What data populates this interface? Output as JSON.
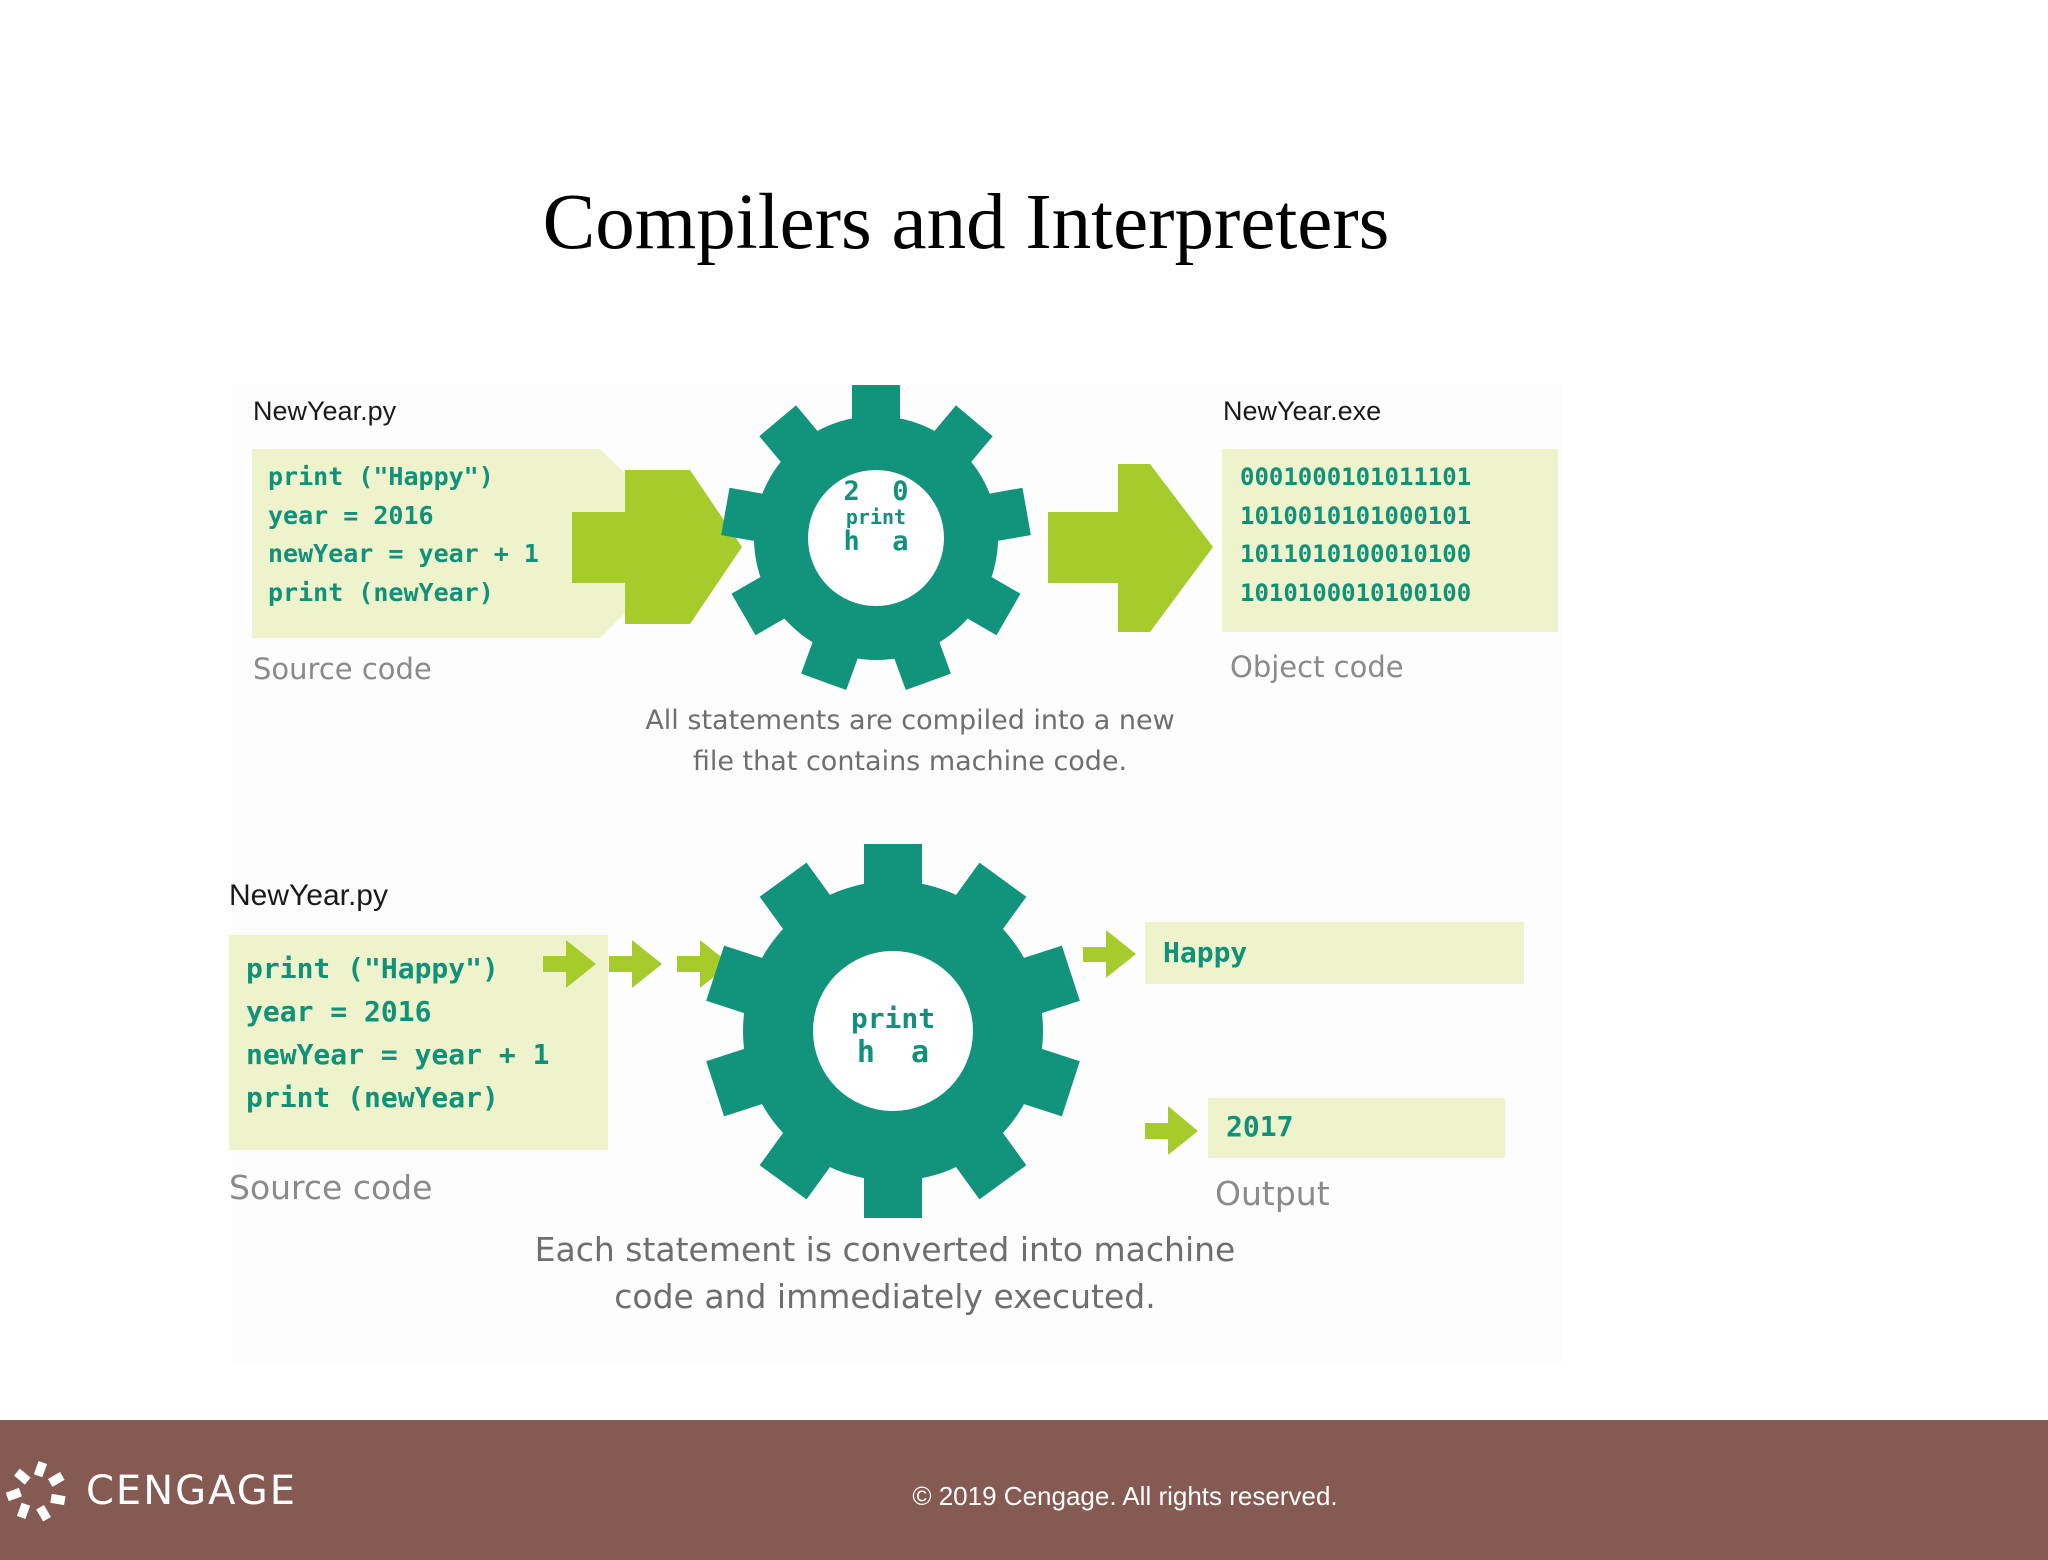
{
  "slide": {
    "title": "Compilers and Interpreters"
  },
  "compiler": {
    "file_name": "NewYear.py",
    "source_lines": [
      "print (\"Happy\")",
      "year = 2016",
      "newYear = year + 1",
      "print (newYear)"
    ],
    "source_caption": "Source code",
    "gear_text": [
      "2  0",
      "print",
      "h  a"
    ],
    "output_file_name": "NewYear.exe",
    "object_lines": [
      "0001000101011101",
      "1010010101000101",
      "1011010100010100",
      "1010100010100100"
    ],
    "object_caption": "Object code",
    "description_lines": [
      "All statements are compiled into a new",
      "file that contains machine code."
    ]
  },
  "interpreter": {
    "file_name": "NewYear.py",
    "source_lines": [
      "print (\"Happy\")",
      "year = 2016",
      "newYear = year + 1",
      "print (newYear)"
    ],
    "source_caption": "Source code",
    "gear_text": [
      "print",
      "h  a"
    ],
    "outputs": [
      "Happy",
      "2017"
    ],
    "output_caption": "Output",
    "description_lines": [
      "Each statement is converted into machine",
      "code and immediately executed."
    ]
  },
  "footer": {
    "brand": "CENGAGE",
    "copyright": "© 2019 Cengage. All rights reserved."
  },
  "colors": {
    "gear": "#12937b",
    "arrow": "#a6cc2c",
    "code_bg": "#eef3cc",
    "code_text": "#12917a",
    "footer_bg": "#845a52"
  }
}
